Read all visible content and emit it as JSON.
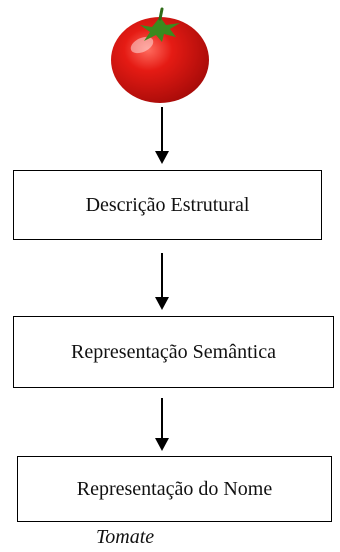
{
  "diagram": {
    "boxes": [
      {
        "label": "Descrição Estrutural"
      },
      {
        "label": "Representação Semântica"
      },
      {
        "label": "Representação do Nome"
      }
    ],
    "caption": "Tomate",
    "illustration": {
      "icon": "tomato-icon",
      "fruit_color": "#e01010",
      "leaf_color": "#3a8a1e"
    },
    "line_color": "#000000"
  }
}
